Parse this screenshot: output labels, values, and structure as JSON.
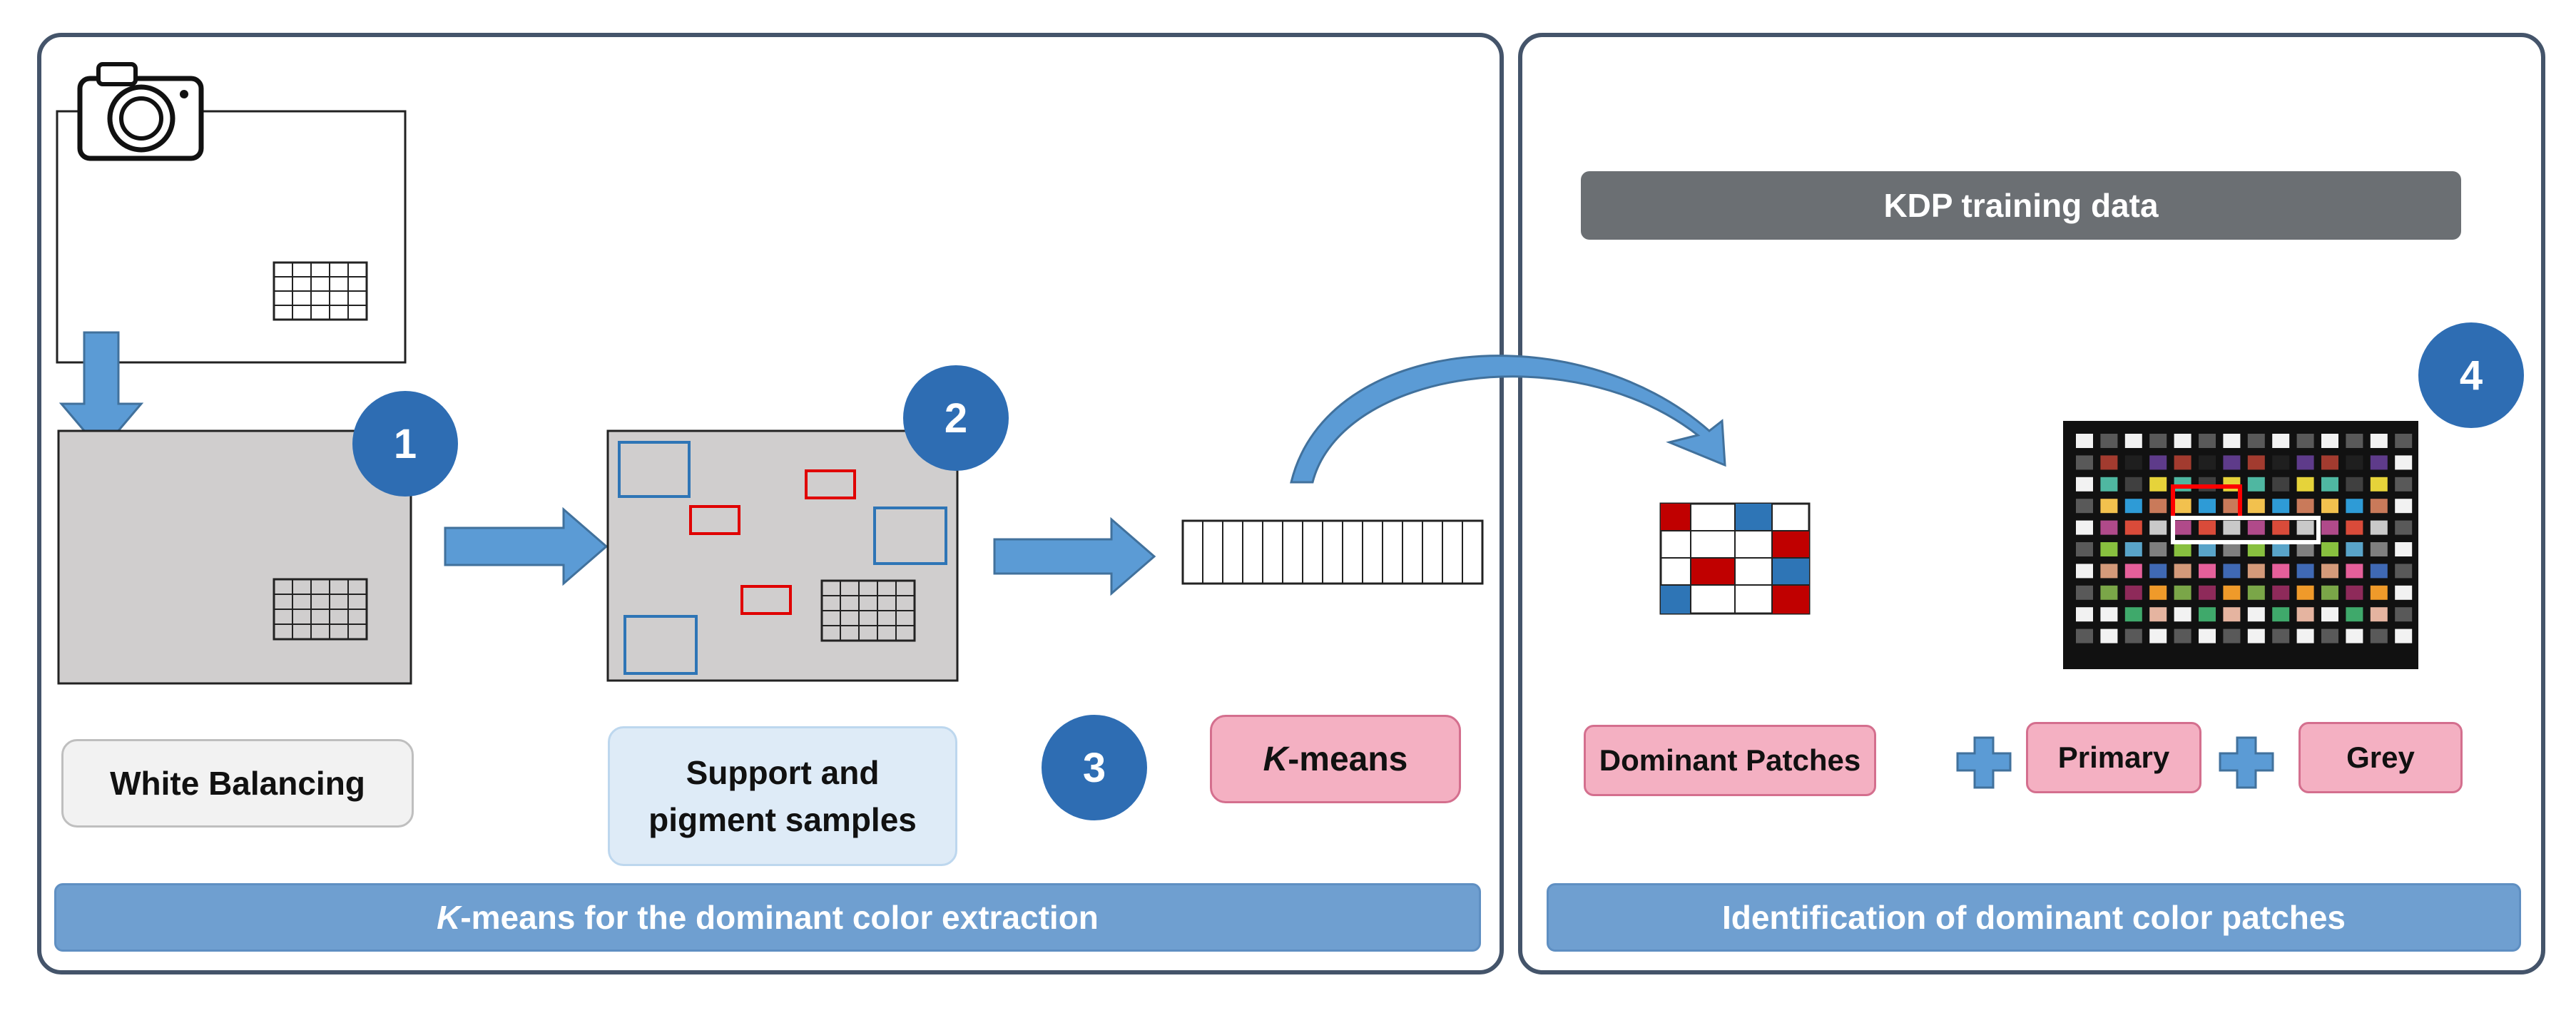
{
  "left_panel": {
    "title_prefix": "K",
    "title_suffix": "-means for the dominant color extraction"
  },
  "right_panel": {
    "title": "Identification of dominant color patches"
  },
  "steps": {
    "step1": "1",
    "step2": "2",
    "step3": "3",
    "step4": "4"
  },
  "labels": {
    "white_balancing": "White Balancing",
    "support_line1": "Support and",
    "support_line2": "pigment samples",
    "kmeans_prefix": "K",
    "kmeans_suffix": "-means",
    "kdp_training": "KDP training data",
    "dominant_patches": "Dominant Patches",
    "primary": "Primary",
    "grey": "Grey"
  },
  "icons": {
    "camera": "camera-icon",
    "plus": "plus-icon",
    "arrow": "arrow-right-icon"
  },
  "colors": {
    "panel_border": "#44546a",
    "bar_blue": "#6f9fd0",
    "step_circle": "#2e6db3",
    "arrow_blue": "#5b9bd5",
    "pink_fill": "#f4b0c2",
    "patch_red": "#c00000",
    "patch_blue": "#2e75b6",
    "kdp_bar": "#6b6f73",
    "image_grey": "#d0cece"
  }
}
